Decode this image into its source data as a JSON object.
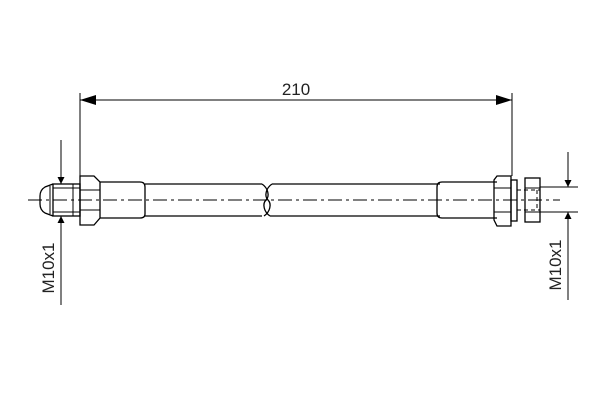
{
  "drawing": {
    "type": "technical-drawing",
    "subject": "brake hose",
    "length_dimension": {
      "value": "210"
    },
    "left_thread": {
      "label": "M10x1"
    },
    "right_thread": {
      "label": "M10x1"
    }
  },
  "colors": {
    "line": "#000000",
    "text": "#222222",
    "background": "#ffffff"
  }
}
